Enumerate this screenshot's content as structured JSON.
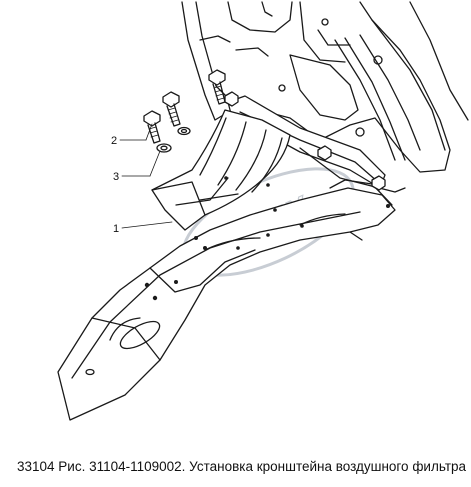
{
  "caption": "33104 Рис. 31104-1109002. Установка кронштейна воздушного фильтра",
  "callouts": [
    {
      "number": "1"
    },
    {
      "number": "2"
    },
    {
      "number": "3"
    }
  ],
  "watermark": {
    "text": "OPEX"
  }
}
